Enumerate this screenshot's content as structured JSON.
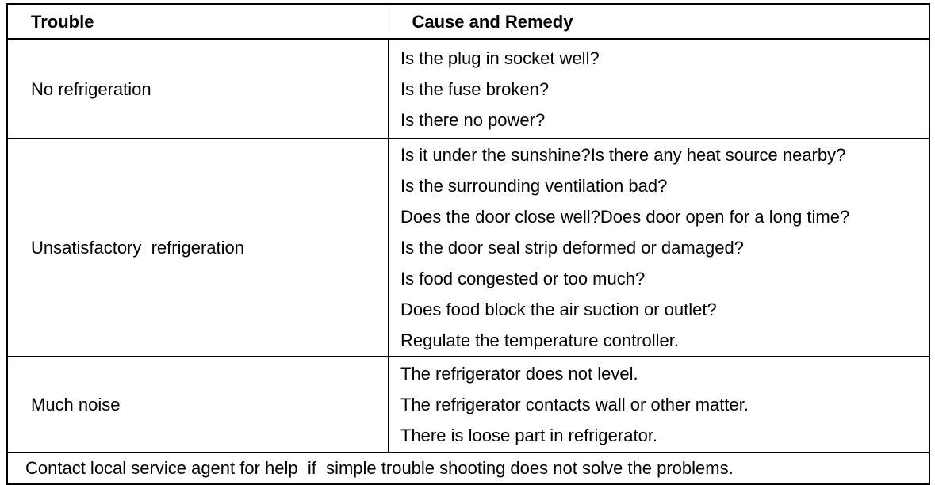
{
  "table": {
    "headers": {
      "trouble": "Trouble",
      "cause": "Cause and Remedy"
    },
    "rows": [
      {
        "trouble": "No refrigeration",
        "causes": [
          "Is the plug in socket well?",
          "Is the fuse broken?",
          "Is there no power?"
        ]
      },
      {
        "trouble": "Unsatisfactory  refrigeration",
        "causes": [
          "Is it under the sunshine?Is there any heat source nearby?",
          "Is the surrounding ventilation bad?",
          "Does the door close well?Does door open for a long time?",
          "Is the door seal strip deformed or damaged?",
          "Is food congested or too much?",
          "Does food block the air suction or outlet?",
          "Regulate the temperature controller."
        ]
      },
      {
        "trouble": "Much noise",
        "causes": [
          "The refrigerator does not level.",
          "The refrigerator contacts wall or other matter.",
          "There is loose part in refrigerator."
        ]
      }
    ],
    "footer_note": "Contact local service agent for help  if  simple trouble shooting does not solve the problems."
  },
  "colors": {
    "text": "#000000",
    "background": "#ffffff",
    "border_heavy": "#000000",
    "border_light": "#9a9a9a"
  }
}
